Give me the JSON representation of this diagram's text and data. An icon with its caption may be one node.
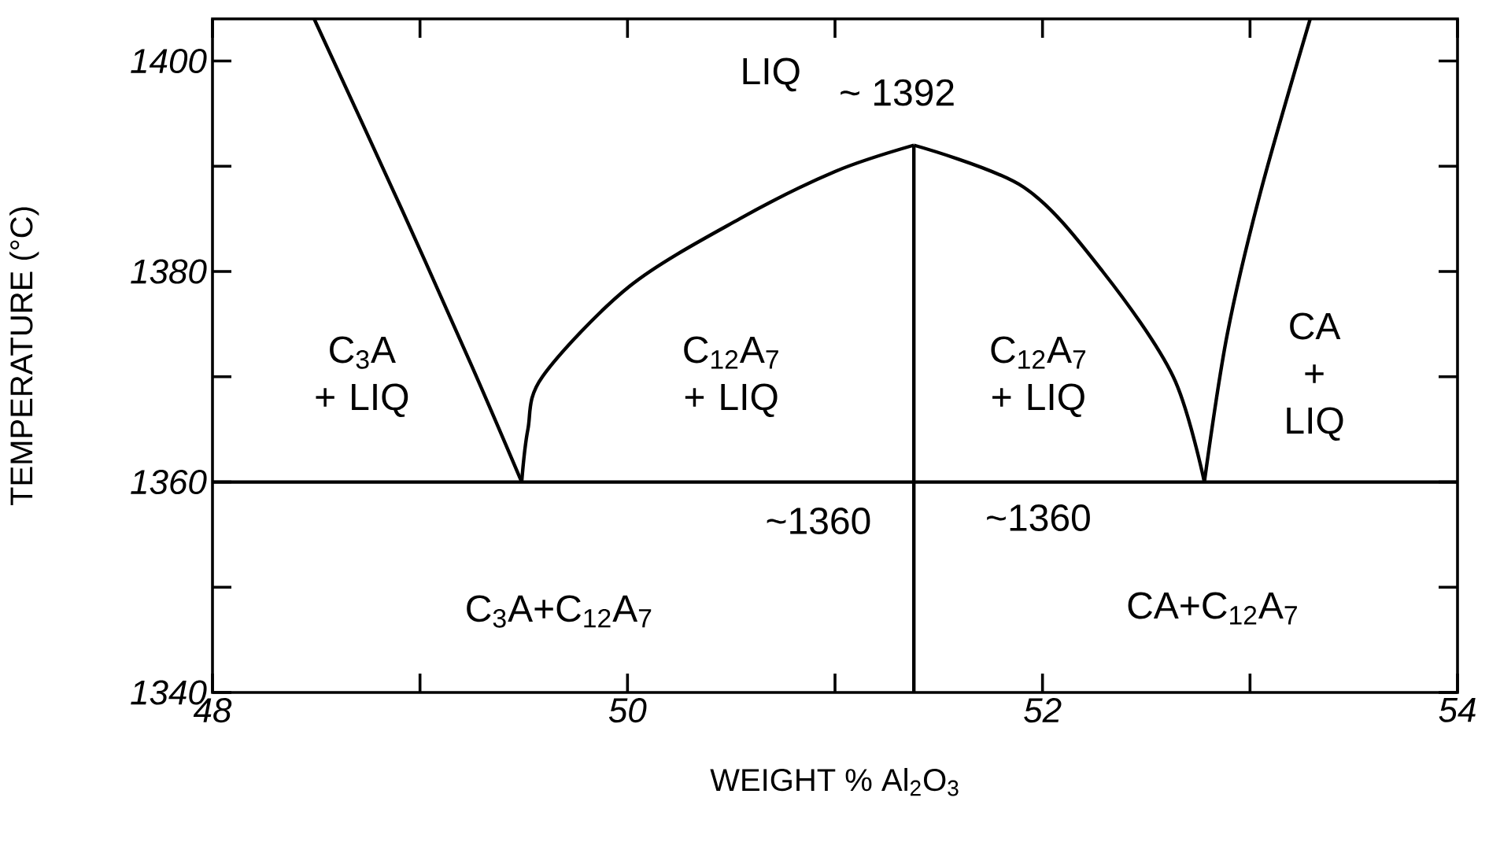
{
  "diagram": {
    "chart_data": {
      "type": "line",
      "xlabel": "WEIGHT % Al$_{2}$O$_{3}$",
      "ylabel": "TEMPERATURE (°C)",
      "xlim": [
        48,
        54
      ],
      "ylim": [
        1340,
        1404
      ],
      "xticks": [
        48,
        50,
        52,
        54
      ],
      "yticks": [
        1340,
        1360,
        1380,
        1400
      ],
      "series": [
        {
          "color": "#000000",
          "x": [
            48.49,
            48.91,
            49.25,
            49.49
          ],
          "values": [
            1404,
            1386,
            1371,
            1360
          ]
        },
        {
          "color": "#000000",
          "x": [
            49.49,
            49.52,
            49.59,
            50.01,
            50.54,
            51.0,
            51.38
          ],
          "values": [
            1360,
            1365,
            1370,
            1378.6,
            1385,
            1389.5,
            1392
          ]
        },
        {
          "color": "#000000",
          "x": [
            51.38,
            51.91,
            52.29,
            52.63,
            52.78
          ],
          "values": [
            1392,
            1388,
            1380,
            1370,
            1360
          ]
        },
        {
          "color": "#000000",
          "x": [
            52.78,
            52.89,
            53.05,
            53.29
          ],
          "values": [
            1360,
            1374,
            1387.5,
            1404
          ]
        },
        {
          "color": "#000000",
          "x": [
            48,
            54
          ],
          "values": [
            1360,
            1360
          ]
        },
        {
          "color": "#000000",
          "x": [
            51.38,
            51.38
          ],
          "values": [
            1340,
            1392
          ]
        }
      ],
      "annotations": [
        "LIQ",
        "~ 1392",
        "C$_{3}$A + LIQ",
        "C$_{12}$A$_{7}$ + LIQ",
        "C$_{12}$A$_{7}$ + LIQ",
        "CA + LIQ",
        "~1360",
        "~1360",
        "C$_{3}$A+C$_{12}$A$_{7}$",
        "CA+C$_{12}$A$_{7}$"
      ]
    }
  }
}
